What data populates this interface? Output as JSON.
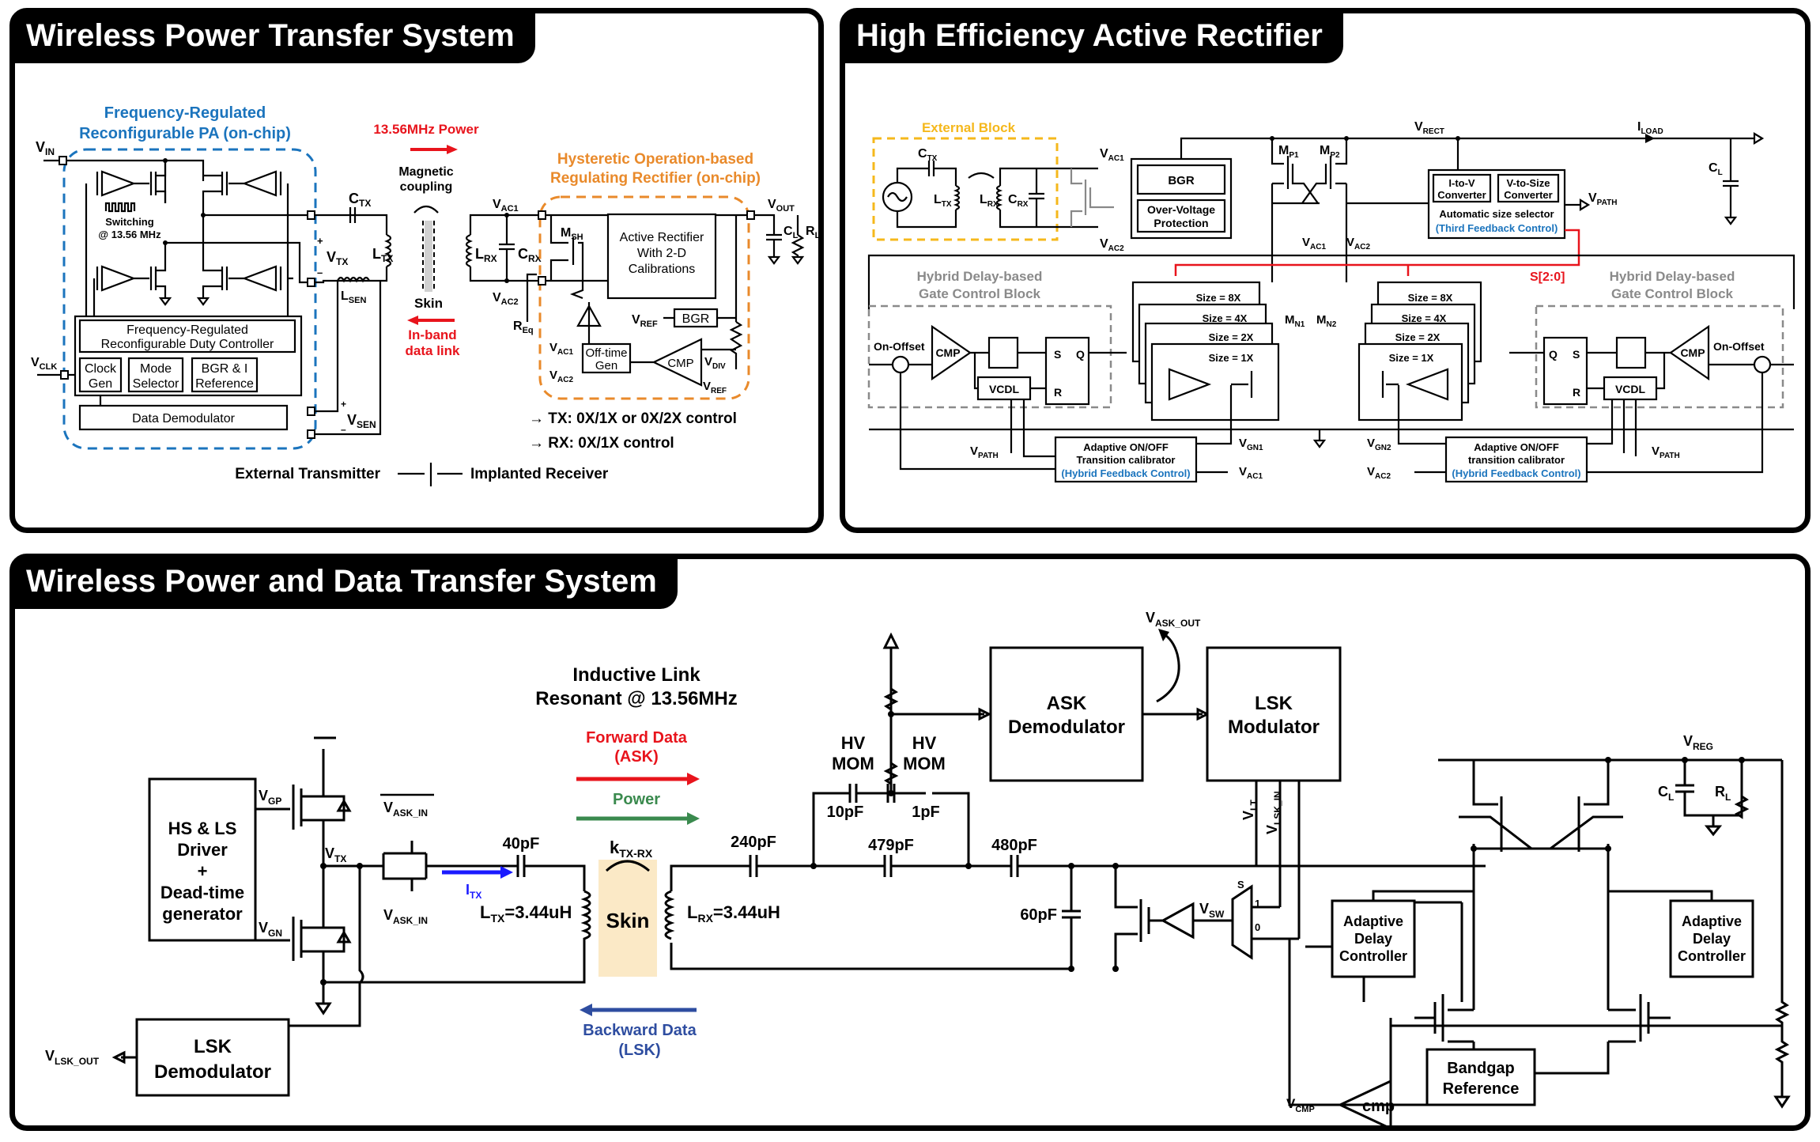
{
  "panels": {
    "wpt": {
      "title": "Wireless Power Transfer System",
      "pa_label_1": "Frequency-Regulated",
      "pa_label_2": "Reconfigurable PA (on-chip)",
      "vin": "V",
      "vin_sub": "IN",
      "vclk": "V",
      "vclk_sub": "CLK",
      "switching_1": "Switching",
      "switching_2": "@ 13.56 MHz",
      "duty_ctrl_1": "Frequency-Regulated",
      "duty_ctrl_2": "Reconfigurable Duty Controller",
      "clock_gen_1": "Clock",
      "clock_gen_2": "Gen",
      "mode_sel_1": "Mode",
      "mode_sel_2": "Selector",
      "bgr_ref_1": "BGR & I",
      "bgr_ref_2": "Reference",
      "data_demod": "Data Demodulator",
      "ctx": "C",
      "ctx_sub": "TX",
      "vtx": "V",
      "vtx_sub": "TX",
      "ltx": "L",
      "ltx_sub": "TX",
      "lsen": "L",
      "lsen_sub": "SEN",
      "vsen": "V",
      "vsen_sub": "SEN",
      "power_arrow": "13.56MHz Power",
      "magnetic_1": "Magnetic",
      "magnetic_2": "coupling",
      "skin": "Skin",
      "inband_1": "In-band",
      "inband_2": "data link",
      "rect_label_1": "Hysteretic Operation-based",
      "rect_label_2": "Regulating Rectifier (on-chip)",
      "vac1": "V",
      "vac1_sub": "AC1",
      "vac2": "V",
      "vac2_sub": "AC2",
      "lrx": "L",
      "lrx_sub": "RX",
      "crx": "C",
      "crx_sub": "RX",
      "req": "R",
      "req_sub": "Eq",
      "msh": "M",
      "msh_sub": "SH",
      "active_rect_1": "Active Rectifier",
      "active_rect_2": "With 2-D",
      "active_rect_3": "Calibrations",
      "vout": "V",
      "vout_sub": "OUT",
      "cl": "C",
      "cl_sub": "L",
      "rl": "R",
      "rl_sub": "L",
      "vref": "V",
      "vref_sub": "REF",
      "bgr": "BGR",
      "offtime_1": "Off-time",
      "offtime_2": "Gen",
      "cmp": "CMP",
      "vdiv": "V",
      "vdiv_sub": "DIV",
      "tx_note": "→ TX: 0X/1X or 0X/2X control",
      "rx_note": "→ RX: 0X/1X control",
      "ext_tx": "External Transmitter",
      "impl_rx": "Implanted Receiver"
    },
    "rect": {
      "title": "High Efficiency Active Rectifier",
      "external_block": "External Block",
      "ctx": "C",
      "ctx_sub": "TX",
      "ltx": "L",
      "ltx_sub": "TX",
      "lrx": "L",
      "lrx_sub": "RX",
      "crx": "C",
      "crx_sub": "RX",
      "vac1": "V",
      "vac1_sub": "AC1",
      "vac2": "V",
      "vac2_sub": "AC2",
      "bgr": "BGR",
      "ovp_1": "Over-Voltage",
      "ovp_2": "Protection",
      "vrect": "V",
      "vrect_sub": "RECT",
      "iload": "I",
      "iload_sub": "LOAD",
      "mp1": "M",
      "mp1_sub": "P1",
      "mp2": "M",
      "mp2_sub": "P2",
      "mn1": "M",
      "mn1_sub": "N1",
      "mn2": "M",
      "mn2_sub": "N2",
      "cl": "C",
      "cl_sub": "L",
      "vpath": "V",
      "vpath_sub": "PATH",
      "itov_1": "I-to-V",
      "itov_2": "Converter",
      "vtosize_1": "V-to-Size",
      "vtosize_2": "Converter",
      "size_sel": "Automatic size selector",
      "third_fb": "(Third Feedback Control)",
      "s_bus": "S[2:0]",
      "gate_ctrl_1": "Hybrid Delay-based",
      "gate_ctrl_2": "Gate Control Block",
      "sizes": [
        "Size = 8X",
        "Size = 4X",
        "Size = 2X",
        "Size = 1X"
      ],
      "on_offset": "On-Offset",
      "cmp": "CMP",
      "vcdl": "VCDL",
      "s": "S",
      "q": "Q",
      "r": "R",
      "calib_left_1": "Adaptive ON/OFF",
      "calib_left_2": "Transition calibrator",
      "calib_right_1": "Adaptive ON/OFF",
      "calib_right_2": "transition calibrator",
      "hybrid_fb": "(Hybrid Feedback Control)",
      "vgn1": "V",
      "vgn1_sub": "GN1",
      "vgn2": "V",
      "vgn2_sub": "GN2"
    },
    "wpdt": {
      "title": "Wireless Power and Data Transfer System",
      "driver_1": "HS & LS",
      "driver_2": "Driver",
      "driver_3": "+",
      "driver_4": "Dead-time",
      "driver_5": "generator",
      "vgp": "V",
      "vgp_sub": "GP",
      "vgn": "V",
      "vgn_sub": "GN",
      "vtx": "V",
      "vtx_sub": "TX",
      "vask_in": "V",
      "vask_in_sub": "ASK_IN",
      "c40": "40pF",
      "itx": "I",
      "itx_sub": "TX",
      "ltx": "L",
      "ltx_sub": "TX",
      "ltx_val": "=3.44uH",
      "link_1": "Inductive Link",
      "link_2": "Resonant @ 13.56MHz",
      "forward_1": "Forward Data",
      "forward_2": "(ASK)",
      "power": "Power",
      "ktxrx": "k",
      "ktxrx_sub": "TX-RX",
      "skin": "Skin",
      "backward_1": "Backward Data",
      "backward_2": "(LSK)",
      "lsk_demod_1": "LSK",
      "lsk_demod_2": "Demodulator",
      "vlsk_out": "V",
      "vlsk_out_sub": "LSK_OUT",
      "lrx": "L",
      "lrx_sub": "RX",
      "lrx_val": "=3.44uH",
      "c240": "240pF",
      "c479": "479pF",
      "c480": "480pF",
      "c10": "10pF",
      "c1": "1pF",
      "c60": "60pF",
      "hv_mom_1": "HV",
      "hv_mom_2": "MOM",
      "ask_demod_1": "ASK",
      "ask_demod_2": "Demodulator",
      "vask_out": "V",
      "vask_out_sub": "ASK_OUT",
      "lsk_mod_1": "LSK",
      "lsk_mod_2": "Modulator",
      "vlt": "V",
      "vlt_sub": "LT",
      "vlsk_in": "V",
      "vlsk_in_sub": "LSK_IN",
      "vsw": "V",
      "vsw_sub": "SW",
      "mux_s": "S",
      "mux_1": "1",
      "mux_0": "0",
      "vreg": "V",
      "vreg_sub": "REG",
      "cl": "C",
      "cl_sub": "L",
      "rl": "R",
      "rl_sub": "L",
      "adc_1": "Adaptive",
      "adc_2": "Delay",
      "adc_3": "Controller",
      "vcmp": "V",
      "vcmp_sub": "CMP",
      "cmp": "cmp",
      "bandgap_1": "Bandgap",
      "bandgap_2": "Reference"
    }
  },
  "colors": {
    "blue_label": "#1b74bd",
    "orange_label": "#e98a2b",
    "red_label": "#e8141c",
    "yellow_label": "#f5b81c",
    "gray_label": "#8a8a8a",
    "green_arrow": "#3a8a4e",
    "navy_arrow": "#2e4da0",
    "itx_blue": "#1a1aff",
    "skin_fill": "#fbe9c6"
  }
}
